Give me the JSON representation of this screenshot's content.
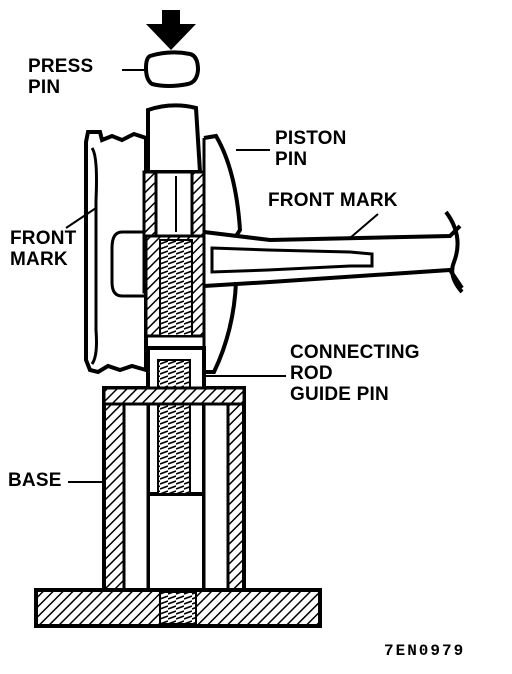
{
  "labels": {
    "press_pin": [
      "PRESS",
      "PIN"
    ],
    "piston_pin": [
      "PISTON",
      "PIN"
    ],
    "front_mark_rod": "FRONT MARK",
    "front_mark_piston": [
      "FRONT",
      "MARK"
    ],
    "connecting_rod_guide_pin": [
      "CONNECTING",
      "ROD",
      "GUIDE PIN"
    ],
    "base": "BASE"
  },
  "figure_code": "7EN0979",
  "colors": {
    "ink": "#000000",
    "paper": "#ffffff"
  },
  "icons": {
    "press_direction": "arrow-down-icon"
  }
}
